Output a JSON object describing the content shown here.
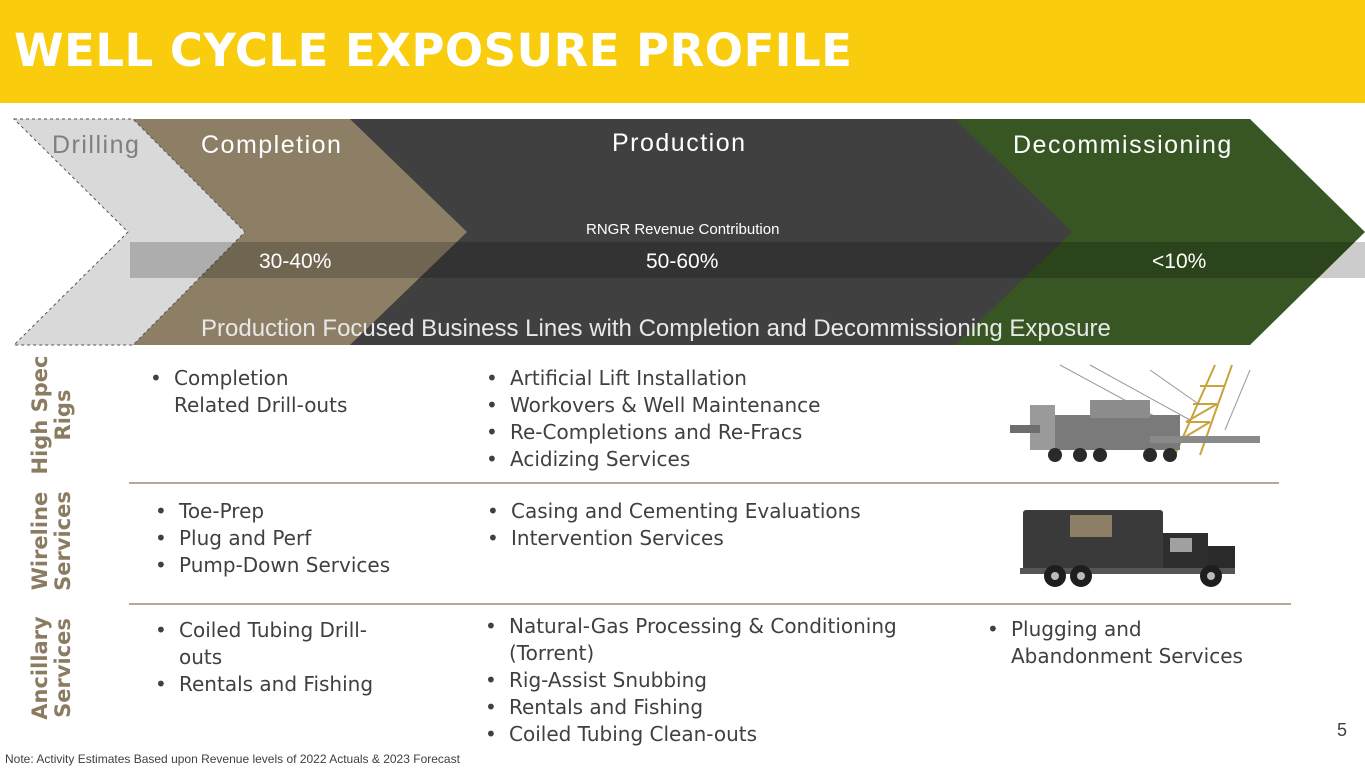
{
  "header": {
    "title": "WELL CYCLE EXPOSURE PROFILE"
  },
  "stages": {
    "drilling": "Drilling",
    "completion": "Completion",
    "production": "Production",
    "decommissioning": "Decommissioning"
  },
  "revenue": {
    "label": "RNGR Revenue Contribution",
    "completion": "30-40%",
    "production": "50-60%",
    "decommissioning": "<10%"
  },
  "subtitle": "Production Focused Business Lines with Completion and Decommissioning Exposure",
  "rows": {
    "high_spec_rigs": {
      "label_line1": "High Spec",
      "label_line2": "Rigs",
      "completion": [
        "Completion Related Drill-outs"
      ],
      "production": [
        "Artificial Lift Installation",
        "Workovers & Well Maintenance",
        "Re-Completions and Re-Fracs",
        "Acidizing Services"
      ]
    },
    "wireline": {
      "label_line1": "Wireline",
      "label_line2": "Services",
      "completion": [
        "Toe-Prep",
        "Plug and Perf",
        "Pump-Down Services"
      ],
      "production": [
        "Casing and Cementing Evaluations",
        "Intervention Services"
      ]
    },
    "ancillary": {
      "label_line1": "Ancillary",
      "label_line2": "Services",
      "completion": [
        "Coiled Tubing Drill-outs",
        "Rentals and Fishing"
      ],
      "production": [
        "Natural-Gas Processing & Conditioning (Torrent)",
        "Rig-Assist Snubbing",
        "Rentals and Fishing",
        "Coiled Tubing Clean-outs"
      ],
      "decommissioning": [
        "Plugging and Abandonment Services"
      ]
    }
  },
  "colors": {
    "header_yellow": "#f9cc0e",
    "drilling": "#d9d9d9",
    "completion": "#8c7f65",
    "production": "#404040",
    "decommissioning": "#375623"
  },
  "footer": {
    "note": "Note: Activity Estimates Based upon Revenue levels of 2022 Actuals & 2023 Forecast",
    "page_number": "5"
  }
}
